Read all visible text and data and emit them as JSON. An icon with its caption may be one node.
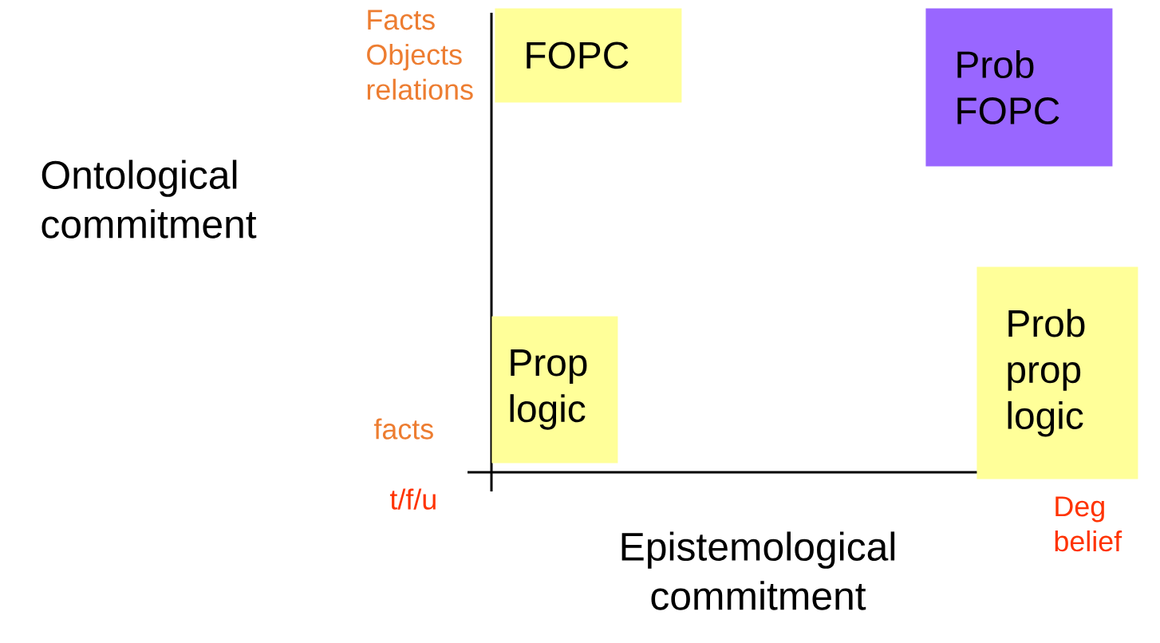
{
  "diagram": {
    "nodes": [
      {
        "text": [
          "FOPC"
        ]
      },
      {
        "text": [
          "Prob FOPC"
        ]
      },
      {
        "text": [
          "Prop logic"
        ]
      },
      {
        "text": [
          "Prob prop logic"
        ]
      }
    ],
    "labels": [
      "Facts Objects relations",
      "Ontological commitment",
      "facts",
      "t/f/u",
      "Epistemological commitment",
      "Deg belief"
    ]
  }
}
